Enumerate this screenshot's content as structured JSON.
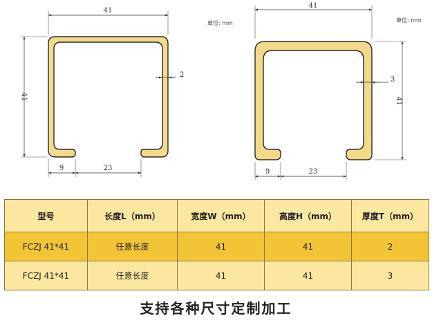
{
  "drawings": [
    {
      "width": "41",
      "height": "41",
      "thickness": "2",
      "lip_left": "9",
      "gap": "23",
      "unit_label": "单位: mm"
    },
    {
      "width": "41",
      "height": "41",
      "thickness": "3",
      "lip_left": "9",
      "gap": "23",
      "unit_label": "单位: mm"
    }
  ],
  "table": {
    "headers": [
      "型号",
      "长度L（mm）",
      "宽度W（mm）",
      "高度H（mm）",
      "厚度T（mm）"
    ],
    "rows": [
      [
        "FCZJ 41*41",
        "任意长度",
        "41",
        "41",
        "2"
      ],
      [
        "FCZJ 41*41",
        "任意长度",
        "41",
        "41",
        "3"
      ]
    ]
  },
  "caption": "支持各种尺寸定制加工",
  "colors": {
    "profile_fill": "#f3d98a",
    "profile_stroke": "#2a2a2a",
    "header_bg": "#fbe7a0",
    "row1_bg": "#f3c436",
    "row2_bg": "#fbe7a0"
  }
}
